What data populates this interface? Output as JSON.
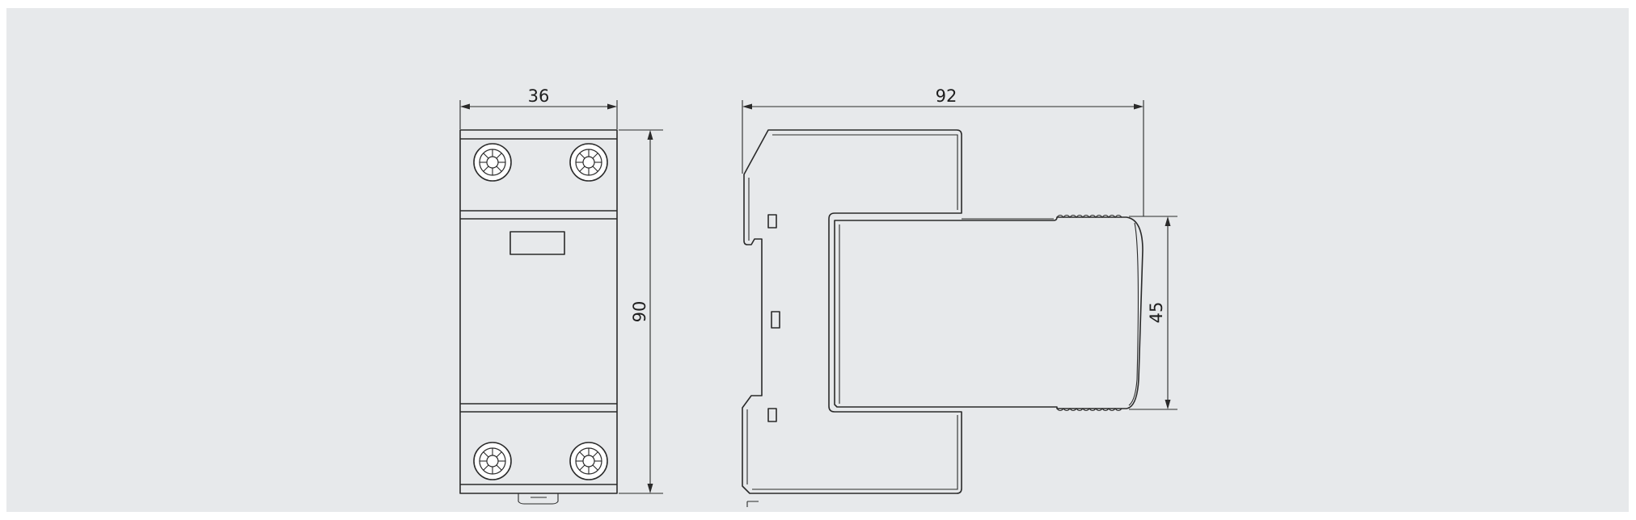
{
  "dimensions": {
    "front_width": "36",
    "front_height": "90",
    "side_depth": "92",
    "side_front_height": "45"
  }
}
